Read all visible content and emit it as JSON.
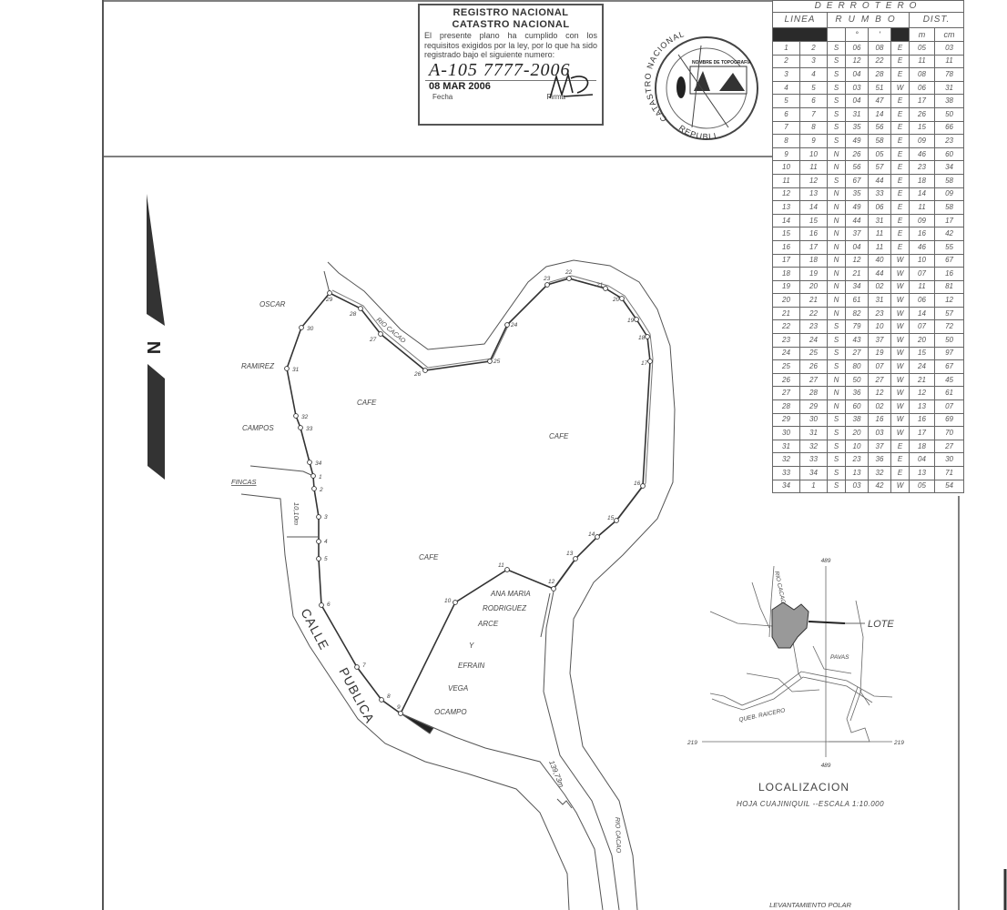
{
  "registry_stamp": {
    "title_1": "REGISTRO NACIONAL",
    "title_2": "CATASTRO NACIONAL",
    "text": "El presente plano ha cumplido con los requisitos exigidos por la ley, por lo que ha sido registrado bajo el siguiente numero:",
    "plan_number": "A-105 7777-2006",
    "date": "08 MAR 2006",
    "date_label": "Fecha",
    "signature_label": "Firma"
  },
  "seal": {
    "ring_text_top": "CATASTRO NACIONAL",
    "ring_text_bottom": "REPUBLI",
    "inner_text": "NOMBRE DE TOPOGRAFIA"
  },
  "derrotero": {
    "title": "DERROTERO",
    "col_linea": "LINEA",
    "col_rumbo": "RUMBO",
    "col_dist": "DIST.",
    "sub_deg": "°",
    "sub_min": "'",
    "sub_m": "m",
    "sub_cm": "cm",
    "rows": [
      [
        "1",
        "2",
        "S",
        "06",
        "08",
        "E",
        "05",
        "03"
      ],
      [
        "2",
        "3",
        "S",
        "12",
        "22",
        "E",
        "11",
        "11"
      ],
      [
        "3",
        "4",
        "S",
        "04",
        "28",
        "E",
        "08",
        "78"
      ],
      [
        "4",
        "5",
        "S",
        "03",
        "51",
        "W",
        "06",
        "31"
      ],
      [
        "5",
        "6",
        "S",
        "04",
        "47",
        "E",
        "17",
        "38"
      ],
      [
        "6",
        "7",
        "S",
        "31",
        "14",
        "E",
        "26",
        "50"
      ],
      [
        "7",
        "8",
        "S",
        "35",
        "56",
        "E",
        "15",
        "66"
      ],
      [
        "8",
        "9",
        "S",
        "49",
        "58",
        "E",
        "09",
        "23"
      ],
      [
        "9",
        "10",
        "N",
        "26",
        "05",
        "E",
        "46",
        "60"
      ],
      [
        "10",
        "11",
        "N",
        "56",
        "57",
        "E",
        "23",
        "34"
      ],
      [
        "11",
        "12",
        "S",
        "67",
        "44",
        "E",
        "18",
        "58"
      ],
      [
        "12",
        "13",
        "N",
        "35",
        "33",
        "E",
        "14",
        "09"
      ],
      [
        "13",
        "14",
        "N",
        "49",
        "06",
        "E",
        "11",
        "58"
      ],
      [
        "14",
        "15",
        "N",
        "44",
        "31",
        "E",
        "09",
        "17"
      ],
      [
        "15",
        "16",
        "N",
        "37",
        "11",
        "E",
        "16",
        "42"
      ],
      [
        "16",
        "17",
        "N",
        "04",
        "11",
        "E",
        "46",
        "55"
      ],
      [
        "17",
        "18",
        "N",
        "12",
        "40",
        "W",
        "10",
        "67"
      ],
      [
        "18",
        "19",
        "N",
        "21",
        "44",
        "W",
        "07",
        "16"
      ],
      [
        "19",
        "20",
        "N",
        "34",
        "02",
        "W",
        "11",
        "81"
      ],
      [
        "20",
        "21",
        "N",
        "61",
        "31",
        "W",
        "06",
        "12"
      ],
      [
        "21",
        "22",
        "N",
        "82",
        "23",
        "W",
        "14",
        "57"
      ],
      [
        "22",
        "23",
        "S",
        "79",
        "10",
        "W",
        "07",
        "72"
      ],
      [
        "23",
        "24",
        "S",
        "43",
        "37",
        "W",
        "20",
        "50"
      ],
      [
        "24",
        "25",
        "S",
        "27",
        "19",
        "W",
        "15",
        "97"
      ],
      [
        "25",
        "26",
        "S",
        "80",
        "07",
        "W",
        "24",
        "67"
      ],
      [
        "26",
        "27",
        "N",
        "50",
        "27",
        "W",
        "21",
        "45"
      ],
      [
        "27",
        "28",
        "N",
        "36",
        "12",
        "W",
        "12",
        "61"
      ],
      [
        "28",
        "29",
        "N",
        "60",
        "02",
        "W",
        "13",
        "07"
      ],
      [
        "29",
        "30",
        "S",
        "38",
        "16",
        "W",
        "16",
        "69"
      ],
      [
        "30",
        "31",
        "S",
        "20",
        "03",
        "W",
        "17",
        "70"
      ],
      [
        "31",
        "32",
        "S",
        "10",
        "37",
        "E",
        "18",
        "27"
      ],
      [
        "32",
        "33",
        "S",
        "23",
        "36",
        "E",
        "04",
        "30"
      ],
      [
        "33",
        "34",
        "S",
        "13",
        "32",
        "E",
        "13",
        "71"
      ],
      [
        "34",
        "1",
        "S",
        "03",
        "42",
        "W",
        "05",
        "54"
      ]
    ]
  },
  "plan": {
    "north_label": "N",
    "vertex_labels": [
      "1",
      "2",
      "3",
      "4",
      "5",
      "6",
      "7",
      "8",
      "9",
      "10",
      "11",
      "12",
      "13",
      "14",
      "15",
      "16",
      "17",
      "18",
      "19",
      "20",
      "21",
      "22",
      "23",
      "24",
      "25",
      "26",
      "27",
      "28",
      "29",
      "30",
      "31",
      "32",
      "33",
      "34"
    ],
    "neighbor_west": [
      "OSCAR",
      "RAMIREZ",
      "CAMPOS"
    ],
    "fincas": "FINCAS",
    "cafe": "CAFE",
    "neighbor_south": [
      "ANA MARIA",
      "RODRIGUEZ",
      "ARCE",
      "Y",
      "EFRAIN",
      "VEGA",
      "OCAMPO"
    ],
    "river": "RIO CACAO",
    "road_1": "CALLE",
    "road_2": "PUBLICA",
    "road_width": "10,10m",
    "road_length": "139,73m"
  },
  "location_map": {
    "river": "RIO CACAO",
    "lot": "LOTE",
    "town": "PAVAS",
    "creek": "QUEB. RAICERO",
    "grid_x": "489",
    "grid_y": "219",
    "title": "LOCALIZACION",
    "subtitle": "HOJA CUAJINIQUIL --ESCALA 1:10.000"
  },
  "survey_type": "LEVANTAMIENTO POLAR"
}
